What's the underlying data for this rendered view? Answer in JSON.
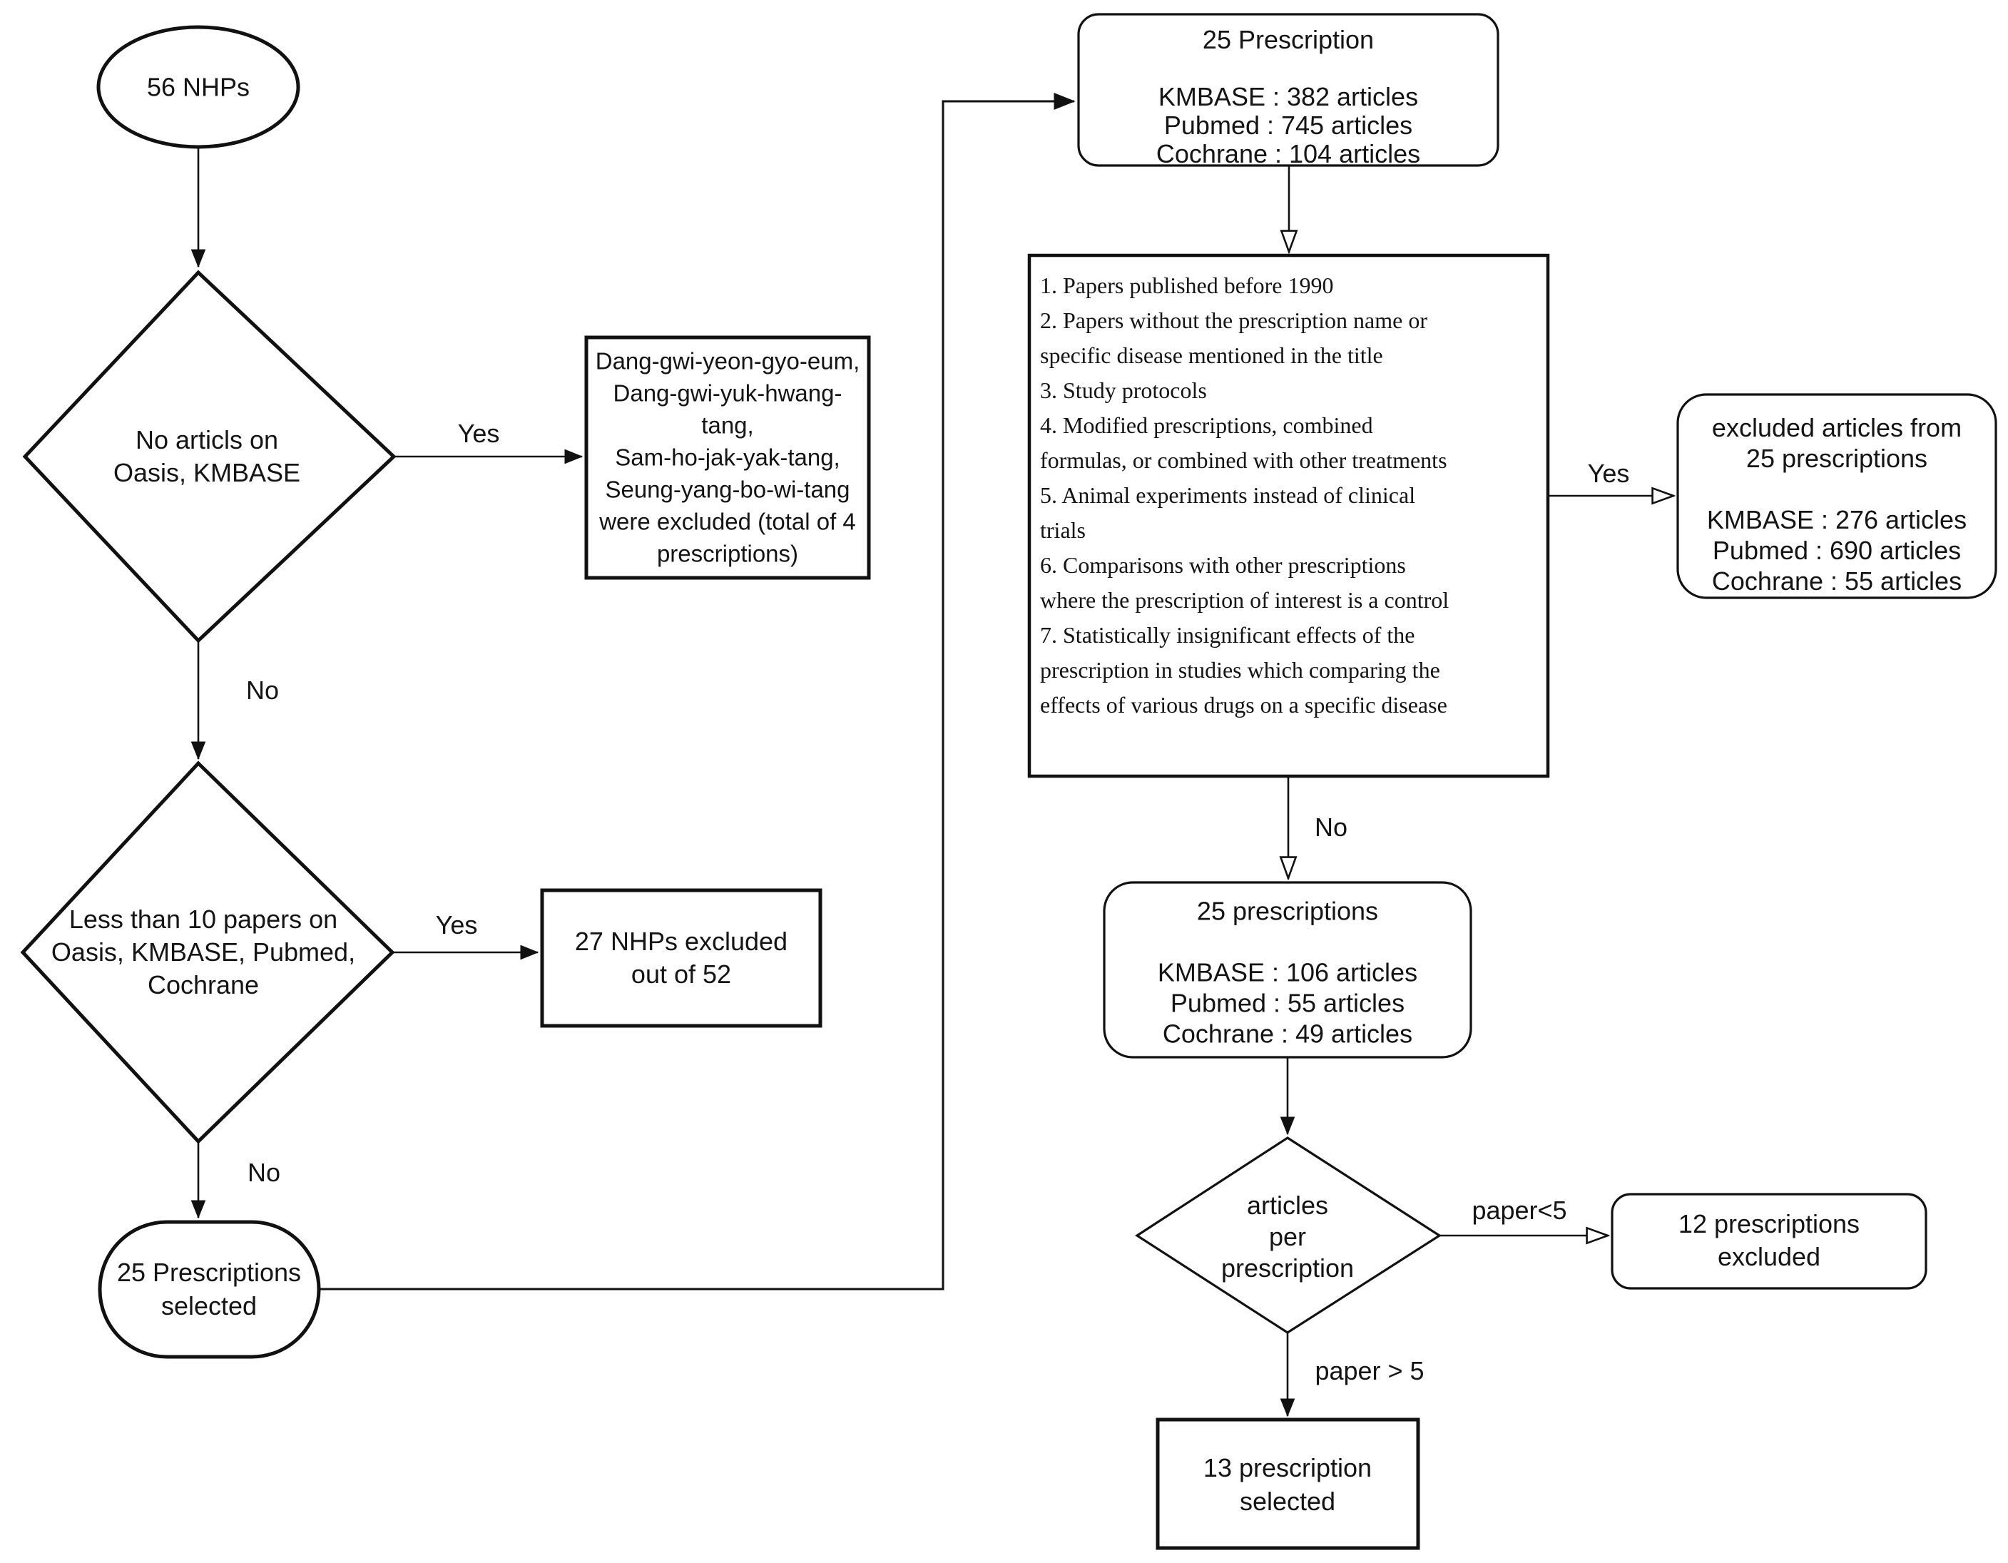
{
  "canvas": {
    "background": "#ffffff",
    "ink": "#111111"
  },
  "nodes": {
    "start": {
      "shape": "ellipse",
      "lines": [
        "56 NHPs"
      ]
    },
    "decision1": {
      "shape": "diamond",
      "lines": [
        "No articls on",
        "Oasis, KMBASE"
      ]
    },
    "excluded4": {
      "shape": "rect",
      "lines": [
        "Dang-gwi-yeon-gyo-eum,",
        "Dang-gwi-yuk-hwang-",
        "tang,",
        "Sam-ho-jak-yak-tang,",
        "Seung-yang-bo-wi-tang",
        "were excluded (total of 4",
        "prescriptions)"
      ]
    },
    "decision2": {
      "shape": "diamond",
      "lines": [
        "Less than 10 papers on",
        "Oasis, KMBASE, Pubmed,",
        "Cochrane"
      ]
    },
    "excluded27": {
      "shape": "rect",
      "lines": [
        "27 NHPs excluded",
        "out of 52"
      ]
    },
    "selected25": {
      "shape": "terminal",
      "lines": [
        "25 Prescriptions",
        "selected"
      ]
    },
    "search25": {
      "shape": "rounded-rect",
      "lines": [
        "25 Prescription",
        "",
        "KMBASE : 382 articles",
        "Pubmed : 745 articles",
        "Cochrane : 104 articles"
      ]
    },
    "criteria": {
      "shape": "rect",
      "lines": [
        "1. Papers published before 1990",
        "2. Papers without the prescription name or",
        "specific disease mentioned in the title",
        "3. Study protocols",
        "4. Modified prescriptions, combined",
        "formulas, or combined with other treatments",
        "5. Animal experiments instead of clinical",
        "trials",
        "6. Comparisons with other prescriptions",
        "where the prescription of interest is a control",
        "7. Statistically insignificant effects of the",
        "prescription in studies which comparing the",
        "effects of various drugs on a specific disease"
      ]
    },
    "excludedArticles": {
      "shape": "rounded-rect",
      "lines": [
        "excluded articles from",
        "25 prescriptions",
        "",
        "KMBASE : 276 articles",
        "Pubmed : 690 articles",
        "Cochrane : 55 articles"
      ]
    },
    "screened25": {
      "shape": "rounded-rect",
      "lines": [
        "25 prescriptions",
        "",
        "KMBASE : 106 articles",
        "Pubmed : 55 articles",
        "Cochrane : 49 articles"
      ]
    },
    "decision3": {
      "shape": "diamond",
      "lines": [
        "articles",
        "per",
        "prescription"
      ]
    },
    "excluded12": {
      "shape": "rounded-rect",
      "lines": [
        "12 prescriptions",
        "excluded"
      ]
    },
    "selected13": {
      "shape": "rect",
      "lines": [
        "13 prescription",
        "selected"
      ]
    }
  },
  "edges": {
    "yes1": {
      "label": "Yes"
    },
    "no1": {
      "label": "No"
    },
    "yes2": {
      "label": "Yes"
    },
    "no2": {
      "label": "No"
    },
    "yes3": {
      "label": "Yes"
    },
    "no3": {
      "label": "No"
    },
    "paper_lt5": {
      "label": "paper<5"
    },
    "paper_gt5": {
      "label": "paper > 5"
    }
  }
}
